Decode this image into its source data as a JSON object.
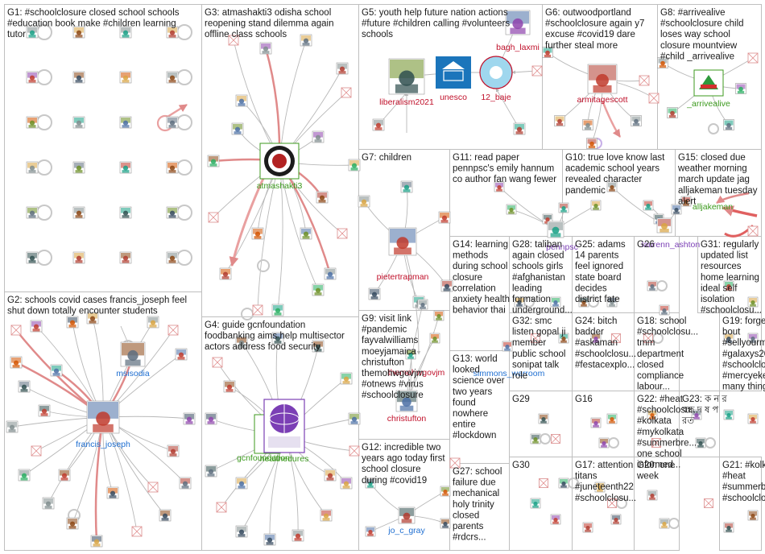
{
  "colors": {
    "panel_border": "#bfbfbf",
    "edge": "#b8b8b8",
    "edge_strong": "#e08a8a",
    "label_blue": "#1f6fd1",
    "label_red": "#c0102a",
    "label_green": "#3c9a1e",
    "label_purple": "#7b3fb5"
  },
  "groups": [
    {
      "id": "G1",
      "lines": [
        "G1: #schoolclosure closed school schools",
        "#education book make #children learning",
        "tutor"
      ]
    },
    {
      "id": "G2",
      "lines": [
        "G2: schools covid cases francis_joseph feel",
        "shut down totally encounter students"
      ]
    },
    {
      "id": "G3",
      "lines": [
        "G3: atmashakti3 odisha school",
        "reopening stand dilemma again",
        "offline class schools"
      ]
    },
    {
      "id": "G4",
      "lines": [
        "G4: guide gcnfoundation",
        "foodbanking aims help multisector",
        "actors address food security"
      ]
    },
    {
      "id": "G5",
      "lines": [
        "G5: youth help future nation actions",
        "#future #children calling #volunteers",
        "schools"
      ]
    },
    {
      "id": "G6",
      "lines": [
        "G6: outwoodportland",
        "#schoolclosure again y7",
        "excuse #covid19 dare",
        "further steal more"
      ]
    },
    {
      "id": "G7",
      "lines": [
        "G7: children"
      ]
    },
    {
      "id": "G8",
      "lines": [
        "G8: #arrivealive",
        "#schoolclosure child",
        "loses way school",
        "closure mountview",
        "#child _arrivealive"
      ]
    },
    {
      "id": "G9",
      "lines": [
        "G9: visit link",
        "#pandemic",
        "fayvalwilliams",
        "moeyjamaica",
        "christufton",
        "themohwgovjm",
        "#otnews #virus",
        "#schoolclosure"
      ]
    },
    {
      "id": "G10",
      "lines": [
        "G10: true love know last",
        "academic school years",
        "revealed character",
        "pandemic"
      ]
    },
    {
      "id": "G11",
      "lines": [
        "G11: read paper",
        "pennpsc's emily hannum",
        "co author fan wang fewer"
      ]
    },
    {
      "id": "G12",
      "lines": [
        "G12: incredible two",
        "years ago today first",
        "school closure",
        "during #covid19"
      ]
    },
    {
      "id": "G13",
      "lines": [
        "G13: world",
        "looked",
        "science over",
        "two years",
        "found",
        "nowhere",
        "entire",
        "#lockdown"
      ]
    },
    {
      "id": "G14",
      "lines": [
        "G14: learning",
        "methods",
        "during school",
        "closure",
        "correlation",
        "anxiety health",
        "behavior thai"
      ]
    },
    {
      "id": "G15",
      "lines": [
        "G15: closed due",
        "weather morning",
        "march update jag",
        "alljakeman tuesday",
        "alert"
      ]
    },
    {
      "id": "G16",
      "lines": [
        "G16"
      ]
    },
    {
      "id": "G17",
      "lines": [
        "G17: attention",
        "titans",
        "#juneteenth22",
        "#schoolclosu..."
      ]
    },
    {
      "id": "G18",
      "lines": [
        "G18: school",
        "#schoolclosu...",
        "tmm",
        "department",
        "closed",
        "compliance",
        "labour..."
      ]
    },
    {
      "id": "G19",
      "lines": [
        "G19: forget",
        "bout",
        "#sellyourmar...",
        "#galaxys20",
        "#schoolclosu...",
        "#mercyeken...",
        "many things..."
      ]
    },
    {
      "id": "G20",
      "lines": [
        "G20: one",
        "week"
      ]
    },
    {
      "id": "G21",
      "lines": [
        "G21: #kolkata",
        "#heat",
        "#summerbre...",
        "#schoolclosu..."
      ]
    },
    {
      "id": "G22",
      "lines": [
        "G22: #heat",
        "#schoolclosu...",
        "#kolkata",
        "#mykolkata",
        "#summerbre...",
        "one school",
        "informed..."
      ]
    },
    {
      "id": "G23",
      "lines": [
        "G23: ক ন র",
        "বন্ধ দ ষ প",
        "রত"
      ]
    },
    {
      "id": "G24",
      "lines": [
        "G24: bitch",
        "badder",
        "#askaman",
        "#schoolclosu...",
        "#festacexplo..."
      ]
    },
    {
      "id": "G25",
      "lines": [
        "G25: adams",
        "14 parents",
        "feel ignored",
        "state board",
        "decides",
        "district fate"
      ]
    },
    {
      "id": "G26",
      "lines": [
        "G26"
      ]
    },
    {
      "id": "G27",
      "lines": [
        "G27: school",
        "failure due",
        "mechanical",
        "holy trinity",
        "closed",
        "parents",
        "#rdcrs..."
      ]
    },
    {
      "id": "G28",
      "lines": [
        "G28: taliban",
        "again closed",
        "schools girls",
        "#afghanistan",
        "leading",
        "formation",
        "underground..."
      ]
    },
    {
      "id": "G29",
      "lines": [
        "G29"
      ]
    },
    {
      "id": "G30",
      "lines": [
        "G30"
      ]
    },
    {
      "id": "G31",
      "lines": [
        "G31: regularly",
        "updated list",
        "resources",
        "home learning",
        "ideal self",
        "isolation",
        "#schoolclosu..."
      ]
    },
    {
      "id": "G32",
      "lines": [
        "G32: smc",
        "listen gopal ji",
        "member",
        "public school",
        "sonipat talk",
        "role"
      ]
    }
  ],
  "vertex_labels": [
    {
      "text": "francis_joseph",
      "color": "blue"
    },
    {
      "text": "msisodia",
      "color": "blue"
    },
    {
      "text": "atmashakti3",
      "color": "green"
    },
    {
      "text": "gcnfoundation",
      "color": "green"
    },
    {
      "text": "healthedures",
      "color": "green"
    },
    {
      "text": "liberalism2021",
      "color": "red"
    },
    {
      "text": "unesco",
      "color": "red"
    },
    {
      "text": "12_baje",
      "color": "red"
    },
    {
      "text": "bagh_laxmi",
      "color": "red"
    },
    {
      "text": "armitagescott",
      "color": "red"
    },
    {
      "text": "_arrivealive",
      "color": "green"
    },
    {
      "text": "pietertrapman",
      "color": "red"
    },
    {
      "text": "christufton",
      "color": "red"
    },
    {
      "text": "themohwgovjm",
      "color": "red"
    },
    {
      "text": "jo_c_gray",
      "color": "blue"
    },
    {
      "text": "alljakeman",
      "color": "green"
    },
    {
      "text": "laurenn_ashton",
      "color": "purple"
    },
    {
      "text": "pennpsc",
      "color": "purple"
    },
    {
      "text": "simmons_warroom",
      "color": "blue"
    }
  ],
  "icons": [
    {
      "name": "google-logo-icon"
    },
    {
      "name": "unesco-logo-icon"
    },
    {
      "name": "atmashakti-logo-icon"
    },
    {
      "name": "gcn-globe-logo-icon"
    }
  ]
}
